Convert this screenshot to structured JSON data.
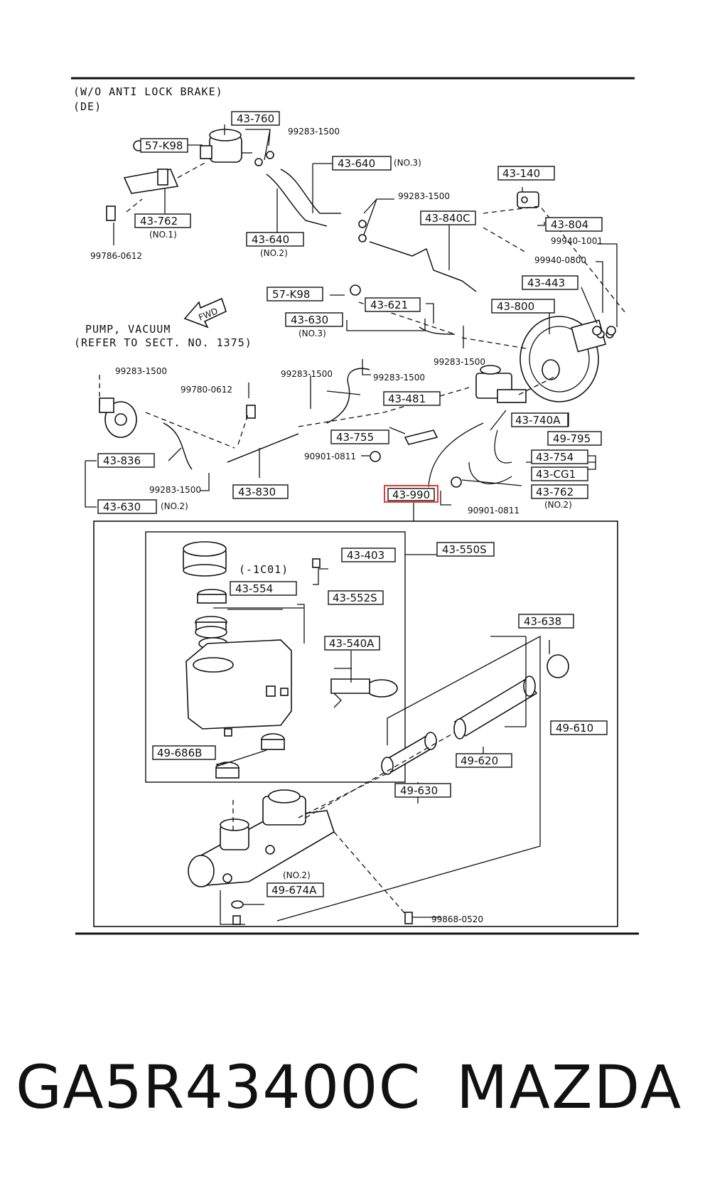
{
  "header": {
    "line1": "(W/O ANTI LOCK BRAKE)",
    "line2": "(DE)"
  },
  "fwd": "FWD",
  "pump_note": {
    "line1": "PUMP, VACUUM",
    "line2": "(REFER TO SECT. NO. 1375)"
  },
  "labels": {
    "p43_760": "43-760",
    "p57_k98_a": "57-K98",
    "p99283_1500_a": "99283-1500",
    "p43_640_no3": "43-640",
    "no3_a": "(NO.3)",
    "p43_140": "43-140",
    "p99283_1500_b": "99283-1500",
    "p43_840c": "43-840C",
    "p43_804": "43-804",
    "p99940_1001": "99940-1001",
    "p99940_0800": "99940-0800",
    "p43_762_no1": "43-762",
    "no1": "(NO.1)",
    "p43_640_no2": "43-640",
    "no2_a": "(NO.2)",
    "p99786_0612": "99786-0612",
    "p43_443": "43-443",
    "p57_k98_b": "57-K98",
    "p43_621": "43-621",
    "p43_630_no3": "43-630",
    "no3_b": "(NO.3)",
    "p43_800": "43-800",
    "p99283_1500_c": "99283-1500",
    "p99283_1500_d": "99283-1500",
    "p99283_1500_e": "99283-1500",
    "p99283_1500_f": "99283-1500",
    "p99780_0612": "99780-0612",
    "p43_481": "43-481",
    "p43_740a": "43-740A",
    "p49_795": "49-795",
    "p43_755": "43-755",
    "p43_754": "43-754",
    "p43_cg1": "43-CG1",
    "p43_836": "43-836",
    "p90901_0811_a": "90901-0811",
    "p43_762_no2": "43-762",
    "no2_b": "(NO.2)",
    "p99283_1500_g": "99283-1500",
    "p43_830": "43-830",
    "p43_990": "43-990",
    "p90901_0811_b": "90901-0811",
    "p43_630_no2": "43-630",
    "no2_c": "(NO.2)",
    "p43_403": "43-403",
    "p43_550s": "43-550S",
    "ic01": "(-1C01)",
    "p43_554": "43-554",
    "p43_552s": "43-552S",
    "p43_638": "43-638",
    "p43_540a": "43-540A",
    "p49_610": "49-610",
    "p49_686b": "49-686B",
    "p49_620": "49-620",
    "p49_630": "49-630",
    "no2_d": "(NO.2)",
    "p49_674a": "49-674A",
    "p99868_0520": "99868-0520"
  },
  "footer": {
    "part_number": "GA5R43400C",
    "brand": "MAZDA"
  },
  "highlight_color": "#e53935"
}
